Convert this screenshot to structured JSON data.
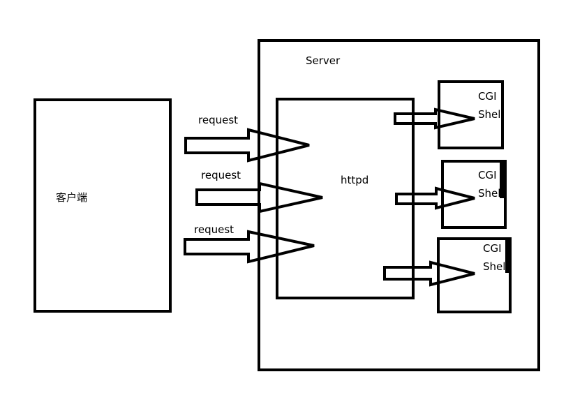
{
  "client": {
    "label": "客户端"
  },
  "server": {
    "label": "Server",
    "httpd": {
      "label": "httpd"
    },
    "cgi_boxes": [
      {
        "line1": "CGI",
        "line2": "Shel"
      },
      {
        "line1": "CGI",
        "line2": "Shel"
      },
      {
        "line1": "CGI",
        "line2": "Shel"
      }
    ]
  },
  "requests": [
    "request",
    "request",
    "request"
  ]
}
